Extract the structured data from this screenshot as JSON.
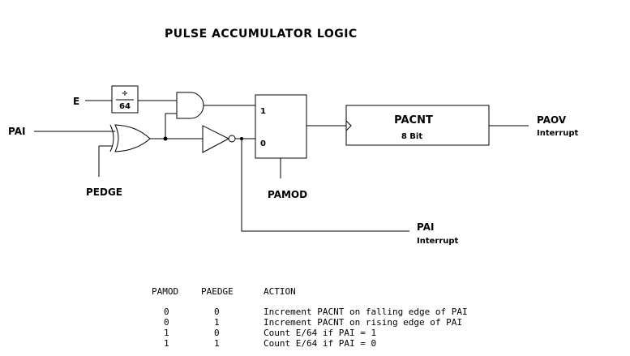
{
  "title": "PULSE ACCUMULATOR LOGIC",
  "signals": {
    "e": "E",
    "pai": "PAI",
    "pedge": "PEDGE",
    "pamod": "PAMOD",
    "paov": "PAOV",
    "paov_sub": "Interrupt",
    "pai_int": "PAI",
    "pai_int_sub": "Interrupt"
  },
  "divider": {
    "symbol": "÷",
    "value": "64"
  },
  "mux": {
    "input1": "1",
    "input0": "0"
  },
  "counter": {
    "name": "PACNT",
    "size": "8 Bit"
  },
  "table": {
    "headers": [
      "PAMOD",
      "PAEDGE",
      "ACTION"
    ],
    "rows": [
      [
        "0",
        "0",
        "Increment PACNT on falling edge of PAI"
      ],
      [
        "0",
        "1",
        "Increment PACNT on rising edge of PAI"
      ],
      [
        "1",
        "0",
        "Count E/64 if PAI = 1"
      ],
      [
        "1",
        "1",
        "Count E/64 if PAI = 0"
      ]
    ]
  }
}
